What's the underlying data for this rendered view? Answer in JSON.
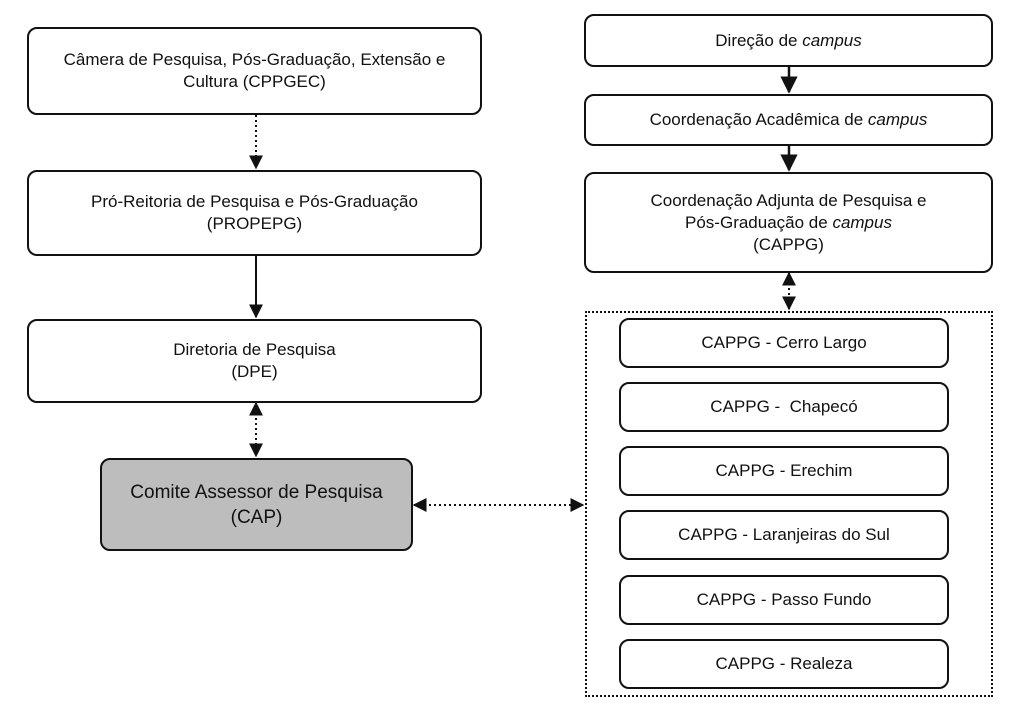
{
  "left_column": {
    "cppgec": {
      "line1": "Câmera de Pesquisa, Pós-Graduação, Extensão e",
      "line2": "Cultura (CPPGEC)"
    },
    "propepg": {
      "line1": "Pró-Reitoria de Pesquisa e Pós-Graduação",
      "line2": "(PROPEPG)"
    },
    "dpe": {
      "line1": "Diretoria de Pesquisa",
      "line2": "(DPE)"
    },
    "cap": {
      "line1": "Comite Assessor de Pesquisa",
      "line2": "(CAP)"
    }
  },
  "right_column": {
    "direcao": {
      "text": "Direção de ",
      "italic": "campus"
    },
    "coord_academica": {
      "text": "Coordenação Acadêmica de ",
      "italic": "campus"
    },
    "cappg": {
      "line1": "Coordenação Adjunta de Pesquisa e",
      "line2_text": "Pós-Graduação de ",
      "line2_italic": "campus",
      "line3": "(CAPPG)"
    }
  },
  "campus_units": [
    "CAPPG - Cerro Largo",
    "CAPPG -  Chapecó",
    "CAPPG - Erechim",
    "CAPPG - Laranjeiras do Sul",
    "CAPPG - Passo Fundo",
    "CAPPG - Realeza"
  ],
  "colors": {
    "stroke": "#111111",
    "highlight_fill": "#bdbdbd",
    "box_fill": "#ffffff"
  }
}
